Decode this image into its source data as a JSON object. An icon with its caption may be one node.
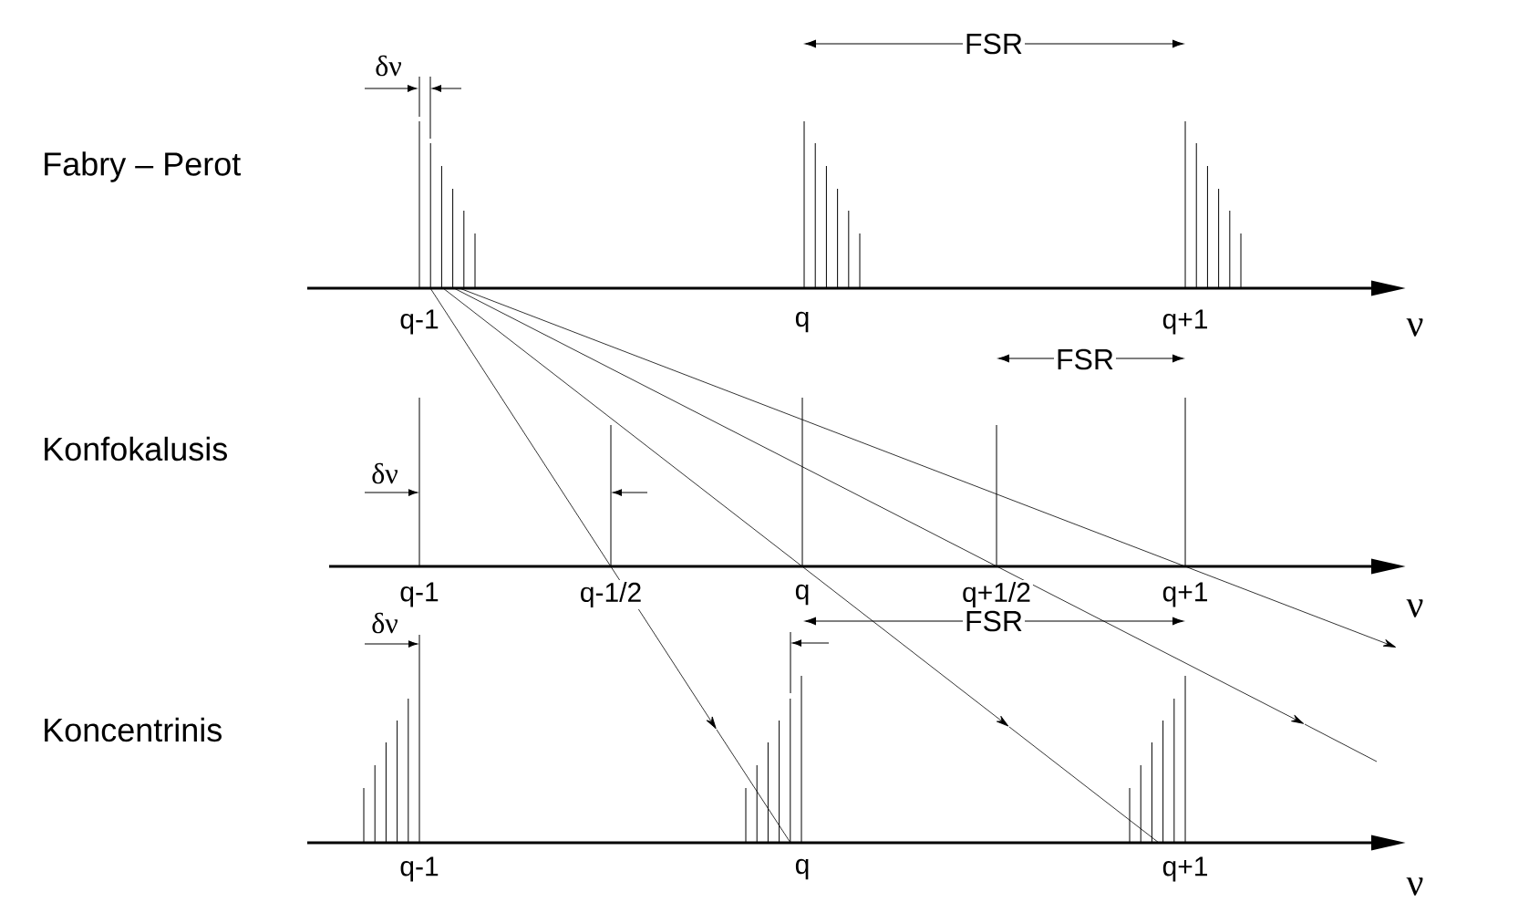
{
  "diagram": {
    "labels": [
      "FSR",
      "δν",
      "Fabry – Perot",
      "q-1",
      "q",
      "q+1",
      "ν",
      "FSR",
      "Konfokalusis",
      "δν",
      "q-1",
      "q-1/2",
      "q",
      "q+1/2",
      "q+1",
      "ν",
      "δν",
      "FSR",
      "Koncentrinis",
      "q-1",
      "q",
      "q+1",
      "ν"
    ]
  }
}
